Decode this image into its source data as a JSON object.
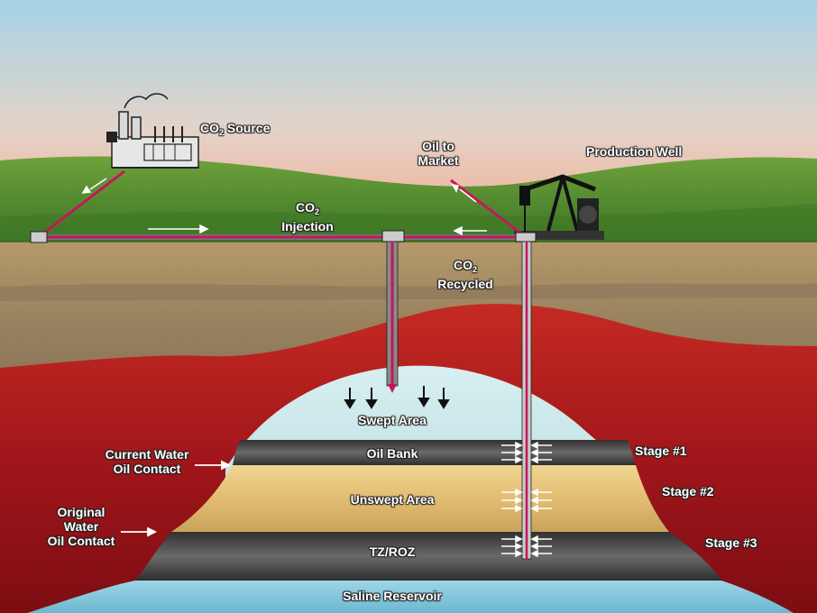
{
  "labels": {
    "co2_source": {
      "prefix": "CO",
      "sub": "2",
      "suffix": " Source"
    },
    "oil_to_market": {
      "line1": "Oil to",
      "line2": "Market"
    },
    "production_well": "Production Well",
    "co2_injection": {
      "prefix": "CO",
      "sub": "2",
      "line2": "Injection"
    },
    "co2_recycled": {
      "prefix": "CO",
      "sub": "2",
      "line2": "Recycled"
    },
    "swept_area": "Swept Area",
    "oil_bank": "Oil Bank",
    "unswept_area": "Unswept Area",
    "tz_roz": "TZ/ROZ",
    "saline_reservoir": "Saline Reservoir",
    "current_water_oil_contact": {
      "line1": "Current Water",
      "line2": "Oil Contact"
    },
    "original_water_oil_contact": {
      "line1": "Original",
      "line2": "Water",
      "line3": "Oil Contact"
    },
    "stage_1": "Stage #1",
    "stage_2": "Stage #2",
    "stage_3": "Stage #3"
  },
  "colors": {
    "sky_top": "#a9d4e6",
    "sky_bottom": "#f2b59a",
    "hills": "#4e8d2e",
    "soil": "#a58a5e",
    "dome_red": "#a5171b",
    "swept": "#bfe3e6",
    "oil_bank": "#4b4b4b",
    "unswept": "#e5c27a",
    "saline": "#8ccde0",
    "pipe": "#c2185b"
  }
}
